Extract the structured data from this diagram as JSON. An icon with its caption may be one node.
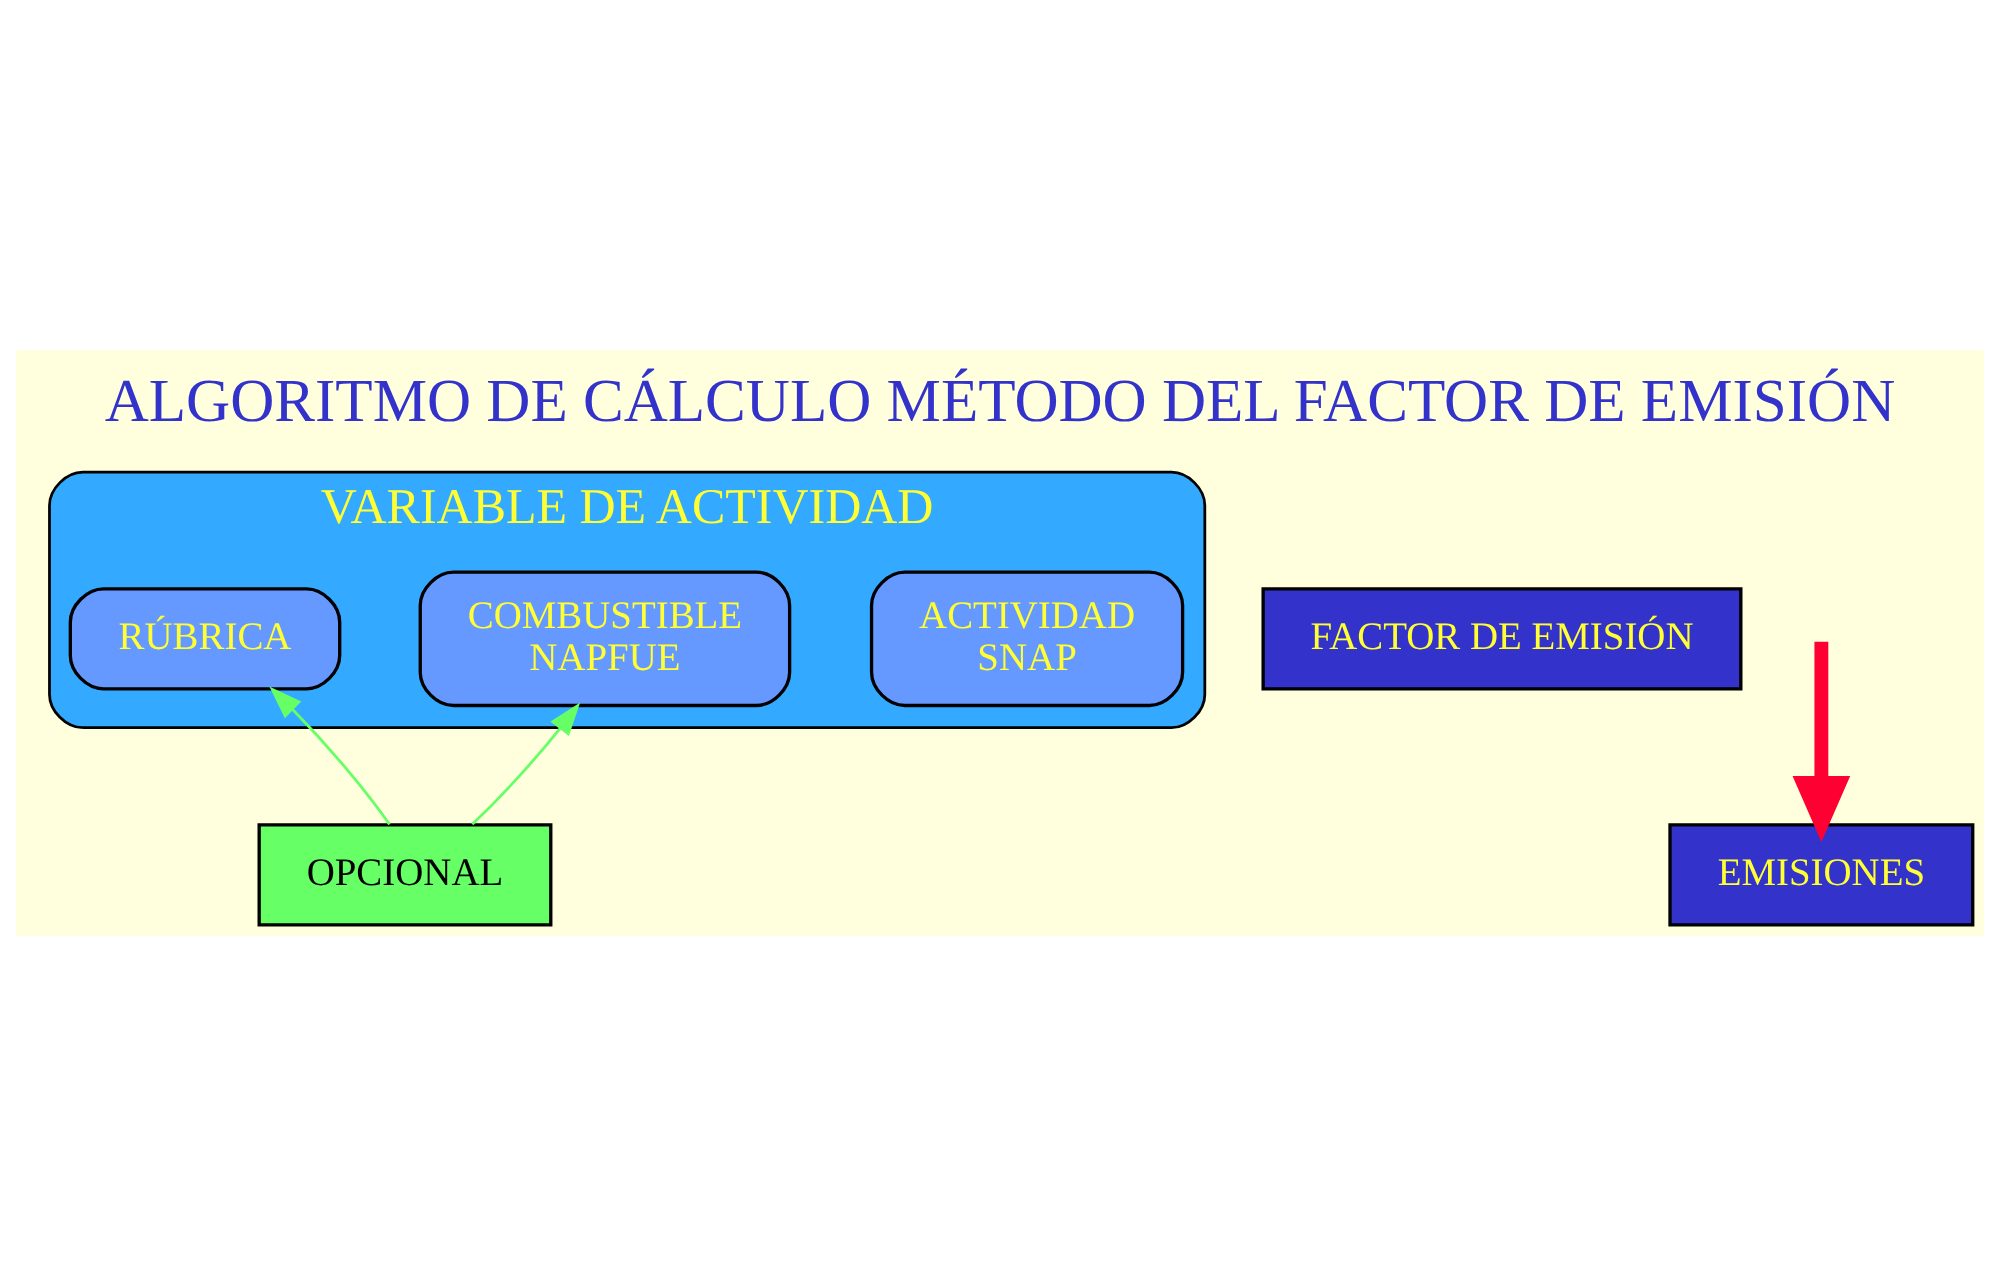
{
  "diagram": {
    "title": "ALGORITMO DE CÁLCULO MÉTODO DEL FACTOR DE EMISIÓN",
    "nodes": [
      {
        "text": [
          "VARIABLE DE ACTIVIDAD"
        ]
      },
      {
        "text": [
          "ACTIVIDAD",
          "SNAP"
        ],
        "in": 0
      },
      {
        "text": [
          "COMBUSTIBLE",
          "NAPFUE"
        ],
        "in": 0
      },
      {
        "text": [
          "RÚBRICA"
        ],
        "in": 0
      },
      {
        "text": [
          "FACTOR DE EMISIÓN"
        ]
      },
      {
        "text": [
          "OPCIONAL"
        ]
      },
      {
        "text": [
          "EMISIONES"
        ]
      }
    ],
    "edges": [
      {
        "from": 5,
        "to": 2,
        "arrow": "to",
        "color": "#66ff66"
      },
      {
        "from": 5,
        "to": 3,
        "arrow": "to",
        "color": "#66ff66"
      },
      {
        "from": null,
        "to": 6,
        "arrow": "to",
        "style": "thick",
        "color": "#ff0033"
      }
    ]
  }
}
